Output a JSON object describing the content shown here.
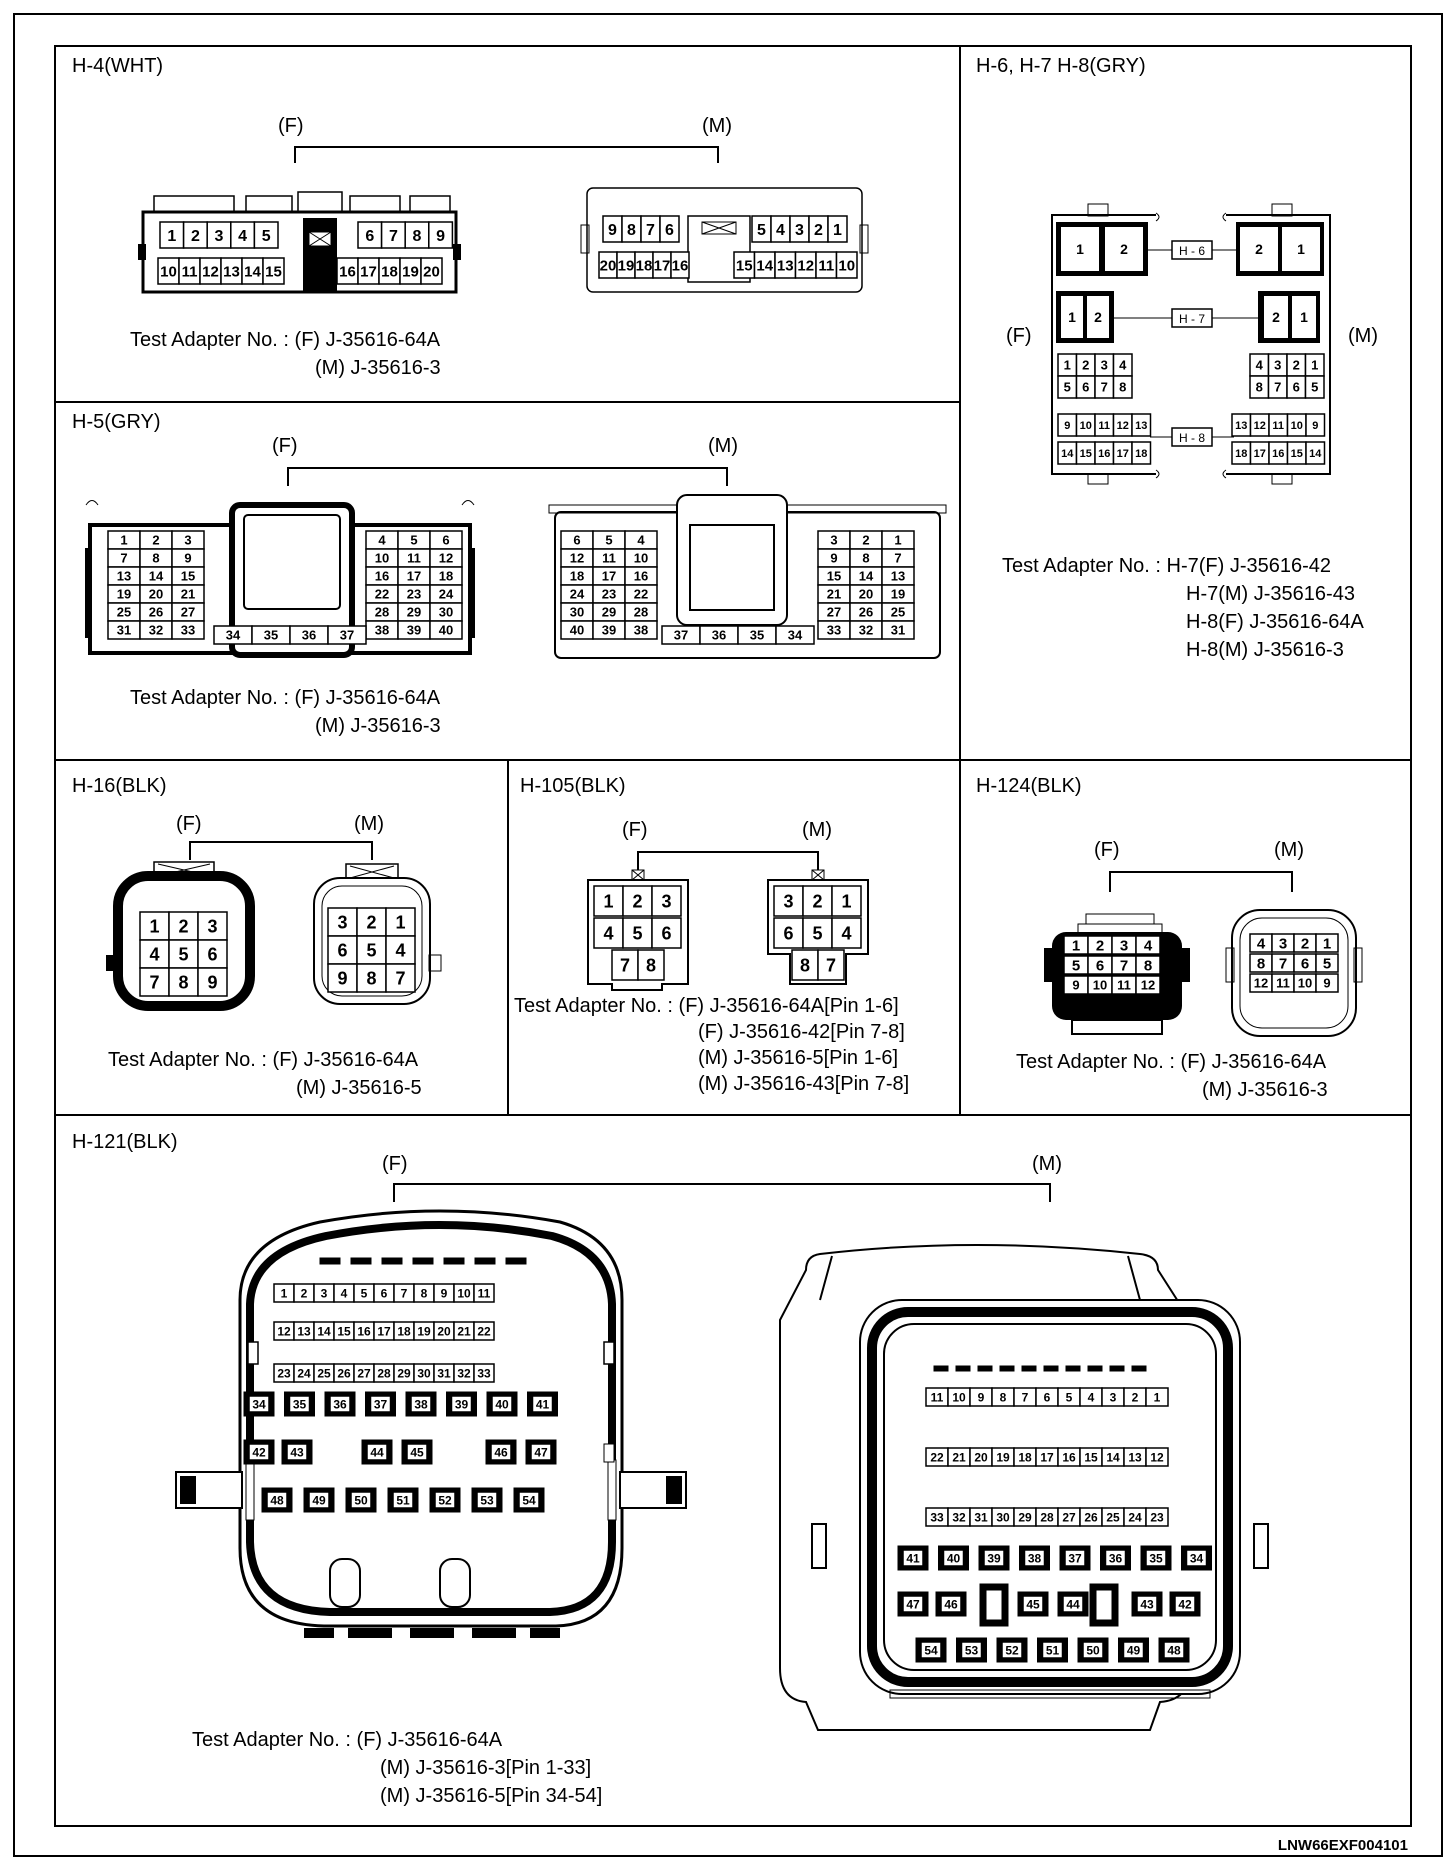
{
  "figure_id": "LNW66EXF004101",
  "panels": [
    {
      "id": "h4",
      "title": "H-4(WHT)",
      "female_label": "(F)",
      "male_label": "(M)",
      "adapter_lines": [
        "Test Adapter No. : (F)  J-35616-64A",
        "(M)  J-35616-3"
      ]
    },
    {
      "id": "h678",
      "title": "H-6, H-7 H-8(GRY)",
      "female_label": "(F)",
      "male_label": "(M)",
      "tags": [
        "H - 6",
        "H - 7",
        "H - 8"
      ],
      "adapter_lines": [
        "Test Adapter No. : H-7(F)  J-35616-42",
        "H-7(M)  J-35616-43",
        "H-8(F)  J-35616-64A",
        "H-8(M)  J-35616-3"
      ]
    },
    {
      "id": "h5",
      "title": "H-5(GRY)",
      "female_label": "(F)",
      "male_label": "(M)",
      "adapter_lines": [
        "Test Adapter No. : (F)  J-35616-64A",
        "(M)  J-35616-3"
      ]
    },
    {
      "id": "h16",
      "title": "H-16(BLK)",
      "female_label": "(F)",
      "male_label": "(M)",
      "adapter_lines": [
        "Test Adapter No. : (F)  J-35616-64A",
        "(M)  J-35616-5"
      ]
    },
    {
      "id": "h105",
      "title": "H-105(BLK)",
      "female_label": "(F)",
      "male_label": "(M)",
      "adapter_lines": [
        "Test Adapter No. : (F)  J-35616-64A[Pin 1-6]",
        "(F)  J-35616-42[Pin 7-8]",
        "(M)  J-35616-5[Pin 1-6]",
        "(M)  J-35616-43[Pin 7-8]"
      ]
    },
    {
      "id": "h124",
      "title": "H-124(BLK)",
      "female_label": "(F)",
      "male_label": "(M)",
      "adapter_lines": [
        "Test Adapter No. : (F)  J-35616-64A",
        "(M)  J-35616-3"
      ]
    },
    {
      "id": "h121",
      "title": "H-121(BLK)",
      "female_label": "(F)",
      "male_label": "(M)",
      "adapter_lines": [
        "Test Adapter No. : (F)  J-35616-64A",
        "(M) J-35616-3[Pin 1-33]",
        "(M) J-35616-5[Pin 34-54]"
      ]
    }
  ]
}
